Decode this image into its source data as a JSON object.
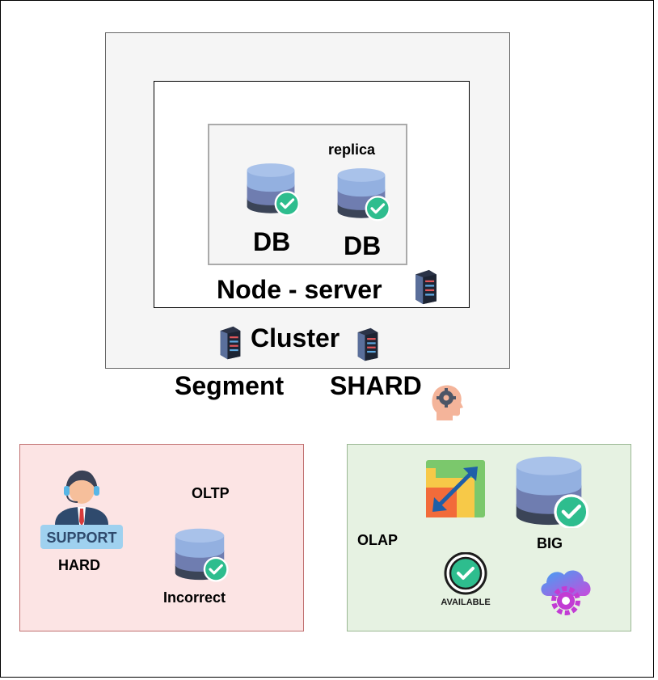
{
  "labels": {
    "replica": "replica",
    "db_primary": "DB",
    "db_replica": "DB",
    "node_server": "Node - server",
    "cluster": "Cluster",
    "segment": "Segment",
    "shard": "SHARD",
    "oltp": "OLTP",
    "hard": "HARD",
    "incorrect": "Incorrect",
    "olap": "OLAP",
    "big": "BIG",
    "support_badge": "SUPPORT",
    "available_badge": "AVAILABLE"
  },
  "icons": {
    "database": "database-check-icon",
    "server": "server-rack-icon",
    "head_gear": "head-gear-icon",
    "support": "support-agent-icon",
    "scale": "scale-arrows-icon",
    "available": "available-badge-icon",
    "cloud_gear": "cloud-gear-icon"
  },
  "colors": {
    "cluster_fill": "#f5f5f5",
    "oltp_fill": "#fce4e4",
    "olap_fill": "#e6f2e2",
    "check": "#2ebd8e"
  }
}
